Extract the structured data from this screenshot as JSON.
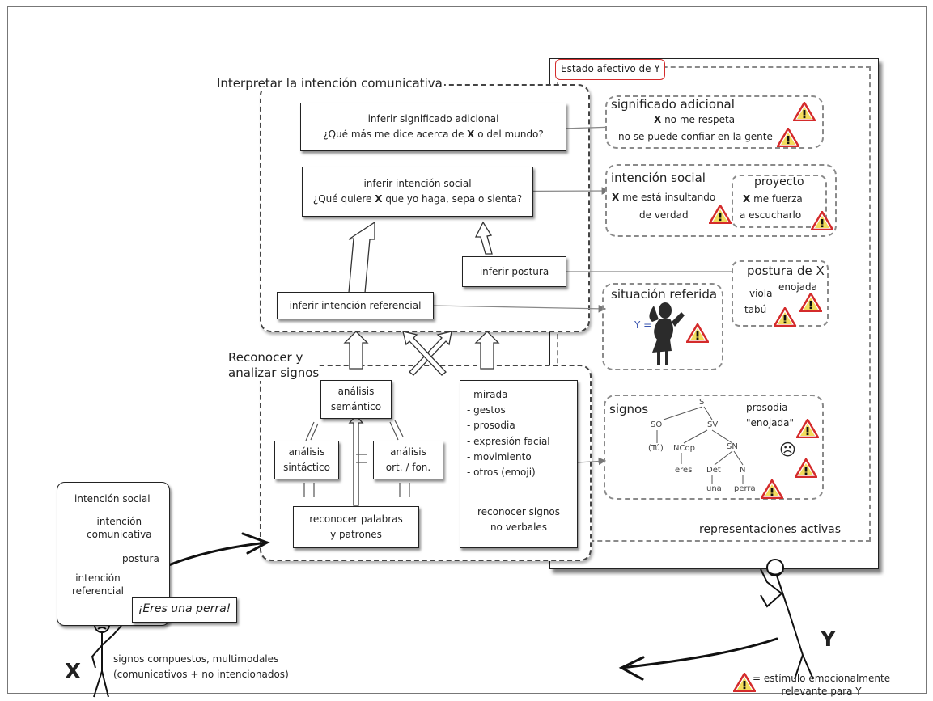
{
  "estado_label": "Estado afectivo de Y",
  "interpretar_label": "Interpretar la intención comunicativa",
  "reconocer_label": "Reconocer y\nanalizar signos",
  "boxes": {
    "sig_adicional": {
      "l1": "inferir significado adicional",
      "l2a": "¿Qué más me dice acerca de ",
      "l2b": "X",
      "l2c": " o del mundo?"
    },
    "int_social": {
      "l1": "inferir intención social",
      "l2a": "¿Qué quiere ",
      "l2b": "X",
      "l2c": " que yo haga, sepa o sienta?"
    },
    "postura": "inferir postura",
    "referencial": "inferir intención referencial",
    "semantico": "análisis\nsemántico",
    "sintactico": "análisis\nsintáctico",
    "ortfon": "análisis\nort. / fon.",
    "palabras": "reconocer palabras\ny patrones",
    "nonverbal_list": [
      "- mirada",
      "- gestos",
      "- prosodia",
      "- expresión facial",
      "- movimiento",
      "- otros (emoji)"
    ],
    "nonverbal_footer": "reconocer signos\nno verbales"
  },
  "reps": {
    "sig_title": "significado adicional",
    "sig_l1a": "X",
    "sig_l1b": " no me respeta",
    "sig_l2": "no se puede confiar en la gente",
    "soc_title": "intención social",
    "soc_l1a": "X",
    "soc_l1b": " me está insultando",
    "soc_l2": "de verdad",
    "proy_title": "proyecto",
    "proy_l1a": "X",
    "proy_l1b": " me fuerza",
    "proy_l2": "a escucharlo",
    "postura_title": "postura de X",
    "postura_viola": "viola",
    "postura_tabu": "tabú",
    "postura_enojada": "enojada",
    "sit_title": "situación referida",
    "sit_y": "Y =",
    "signos_title": "signos",
    "prosodia": "prosodia",
    "enojada_q": "\"enojada\"",
    "tree": {
      "S": "S",
      "SO": "SO",
      "Tu": "(Tú)",
      "SV": "SV",
      "NCop": "NCop",
      "eres": "eres",
      "SN": "SN",
      "Det": "Det",
      "una": "una",
      "N": "N",
      "perra": "perra"
    },
    "activas": "representaciones activas"
  },
  "left_panel": [
    "intención social",
    "intención\ncomunicativa",
    "postura",
    "intención\nreferencial"
  ],
  "speech": "¡Eres una perra!",
  "signos_caption": "signos compuestos, multimodales\n(comunicativos + no intencionados)",
  "x_label": "X",
  "y_label": "Y",
  "legend": "= estímulo emocionalmente\nrelevante para Y",
  "colors": {
    "accent_red": "#d42b2b",
    "warn_yellow": "#f2dc5c",
    "dash_gray": "#8a8a8a"
  }
}
